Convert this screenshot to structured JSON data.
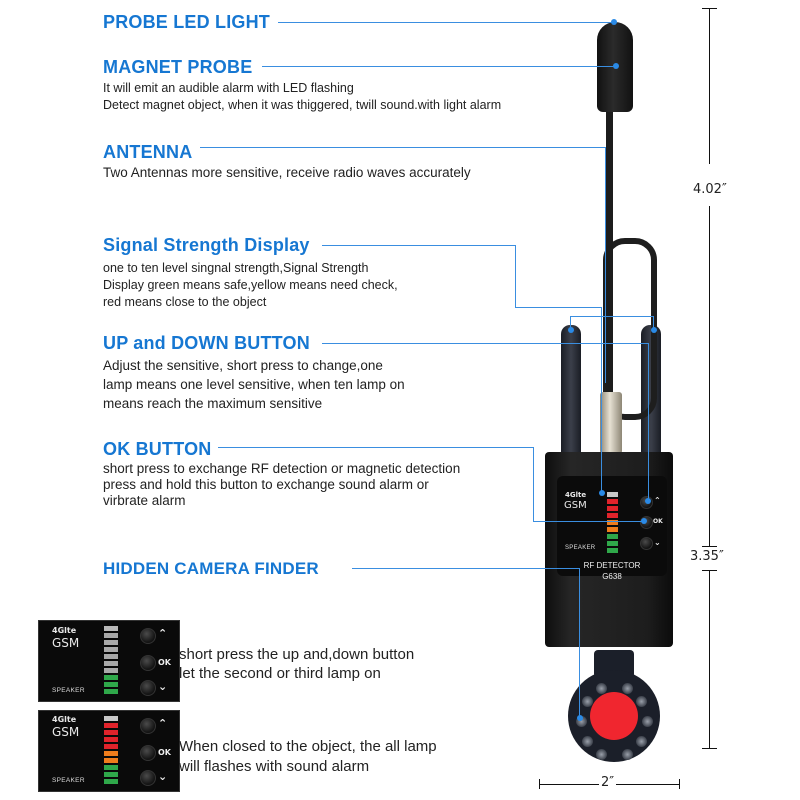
{
  "callouts": [
    {
      "heading": "PROBE LED LIGHT",
      "lines": []
    },
    {
      "heading": "MAGNET PROBE",
      "lines": [
        "It will emit an audible alarm with LED flashing",
        "Detect magnet object, when it was thiggered, twill sound.with light alarm"
      ]
    },
    {
      "heading": "ANTENNA",
      "lines": [
        "Two Antennas more sensitive, receive radio waves accurately"
      ]
    },
    {
      "heading": "Signal Strength Display",
      "lines": [
        "one to ten level singnal strength,Signal Strength",
        "Display green means safe,yellow means need check,",
        "red means close to the object"
      ]
    },
    {
      "heading": "UP and DOWN BUTTON",
      "lines": [
        "Adjust the sensitive, short press to change,one",
        "lamp means one level sensitive, when ten lamp on",
        "means reach the maximum sensitive"
      ]
    },
    {
      "heading": "OK BUTTON",
      "lines": [
        "short press to exchange RF detection or magnetic detection",
        "press and hold this button to exchange sound alarm or",
        "virbrate alarm"
      ]
    },
    {
      "heading": "HIDDEN CAMERA FINDER",
      "lines": []
    }
  ],
  "dimensions": {
    "probe_height": "4.02″",
    "body_height": "3.35″",
    "width": "2″"
  },
  "device": {
    "logo_top": "4Glte",
    "logo_bottom": "GSM",
    "speaker": "SPEAKER",
    "ok": "OK",
    "up": "UP",
    "down": "DOWN",
    "model_line1": "RF DETECTOR",
    "model_line2": "G638"
  },
  "examples": [
    {
      "caption_lines": [
        "short press the up and,down button",
        "let the second or third lamp on"
      ],
      "bars": [
        "#b9b9b9",
        "#a8a8a8",
        "#a8a8a8",
        "#a8a8a8",
        "#a8a8a8",
        "#a8a8a8",
        "#a8a8a8",
        "#2fa84a",
        "#2fa84a",
        "#2fa84a"
      ]
    },
    {
      "caption_lines": [
        "When closed to the object, the all lamp",
        "will flashes with sound alarm"
      ],
      "bars": [
        "#c8c8c8",
        "#e0232b",
        "#e0232b",
        "#e0232b",
        "#e0232b",
        "#ef7d1c",
        "#ef7d1c",
        "#2fa84a",
        "#2fa84a",
        "#2fa84a"
      ]
    }
  ],
  "colors": {
    "accent": "#1677d2",
    "leader": "#3a8ee0",
    "lens_red": "#f0262f"
  }
}
